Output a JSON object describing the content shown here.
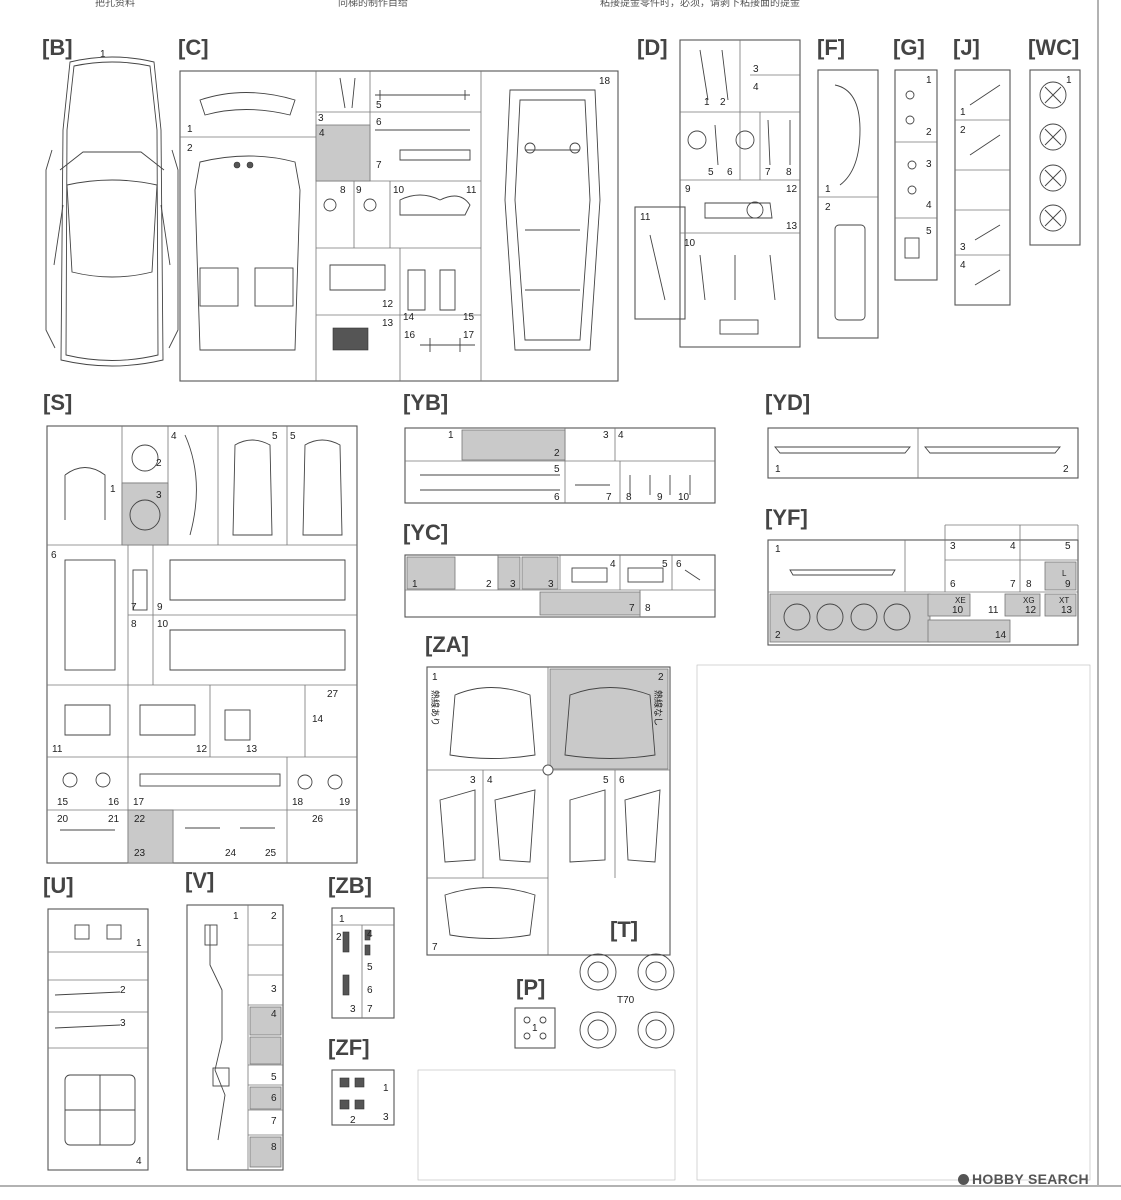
{
  "header_notes": [
    "把孔资料",
    "同梯的制作目给",
    "粘接提金零件时，必须，请剥下粘接面的提金"
  ],
  "runners": {
    "B": {
      "label": "[B]",
      "parts": [
        "1"
      ]
    },
    "C": {
      "label": "[C]",
      "parts": [
        "1",
        "2",
        "3",
        "4",
        "5",
        "6",
        "7",
        "8",
        "9",
        "10",
        "11",
        "12",
        "13",
        "14",
        "15",
        "16",
        "17",
        "18"
      ]
    },
    "D": {
      "label": "[D]",
      "parts": [
        "1",
        "2",
        "3",
        "4",
        "5",
        "6",
        "7",
        "8",
        "9",
        "10",
        "11",
        "12",
        "13"
      ]
    },
    "F": {
      "label": "[F]",
      "parts": [
        "1",
        "2"
      ]
    },
    "G": {
      "label": "[G]",
      "parts": [
        "1",
        "2",
        "3",
        "4",
        "5"
      ]
    },
    "J": {
      "label": "[J]",
      "parts": [
        "1",
        "2",
        "3",
        "4"
      ]
    },
    "WC": {
      "label": "[WC]",
      "parts": [
        "1"
      ]
    },
    "S": {
      "label": "[S]",
      "parts": [
        "1",
        "2",
        "3",
        "4",
        "5",
        "5",
        "6",
        "7",
        "8",
        "9",
        "10",
        "11",
        "12",
        "13",
        "14",
        "15",
        "16",
        "17",
        "18",
        "19",
        "20",
        "21",
        "22",
        "23",
        "24",
        "25",
        "26",
        "27"
      ]
    },
    "YB": {
      "label": "[YB]",
      "parts": [
        "1",
        "2",
        "3",
        "4",
        "5",
        "6",
        "7",
        "8",
        "9",
        "10"
      ]
    },
    "YD": {
      "label": "[YD]",
      "parts": [
        "1",
        "2"
      ]
    },
    "YC": {
      "label": "[YC]",
      "parts": [
        "1",
        "2",
        "3",
        "3",
        "4",
        "5",
        "6",
        "7",
        "8"
      ]
    },
    "YF": {
      "label": "[YF]",
      "parts": [
        "1",
        "2",
        "3",
        "4",
        "5",
        "6",
        "7",
        "8",
        "9",
        "10",
        "11",
        "12",
        "13",
        "14"
      ],
      "markings": {
        "L": "L",
        "XE": "XE",
        "XG": "XG",
        "XT": "XT"
      }
    },
    "ZA": {
      "label": "[ZA]",
      "parts": [
        "1",
        "2",
        "3",
        "4",
        "5",
        "6",
        "7"
      ],
      "notes": {
        "with_line": "熱線あり",
        "without_line": "熱線なし"
      }
    },
    "U": {
      "label": "[U]",
      "parts": [
        "1",
        "2",
        "3",
        "4"
      ]
    },
    "V": {
      "label": "[V]",
      "parts": [
        "1",
        "2",
        "3",
        "4",
        "5",
        "6",
        "7",
        "8"
      ]
    },
    "ZB": {
      "label": "[ZB]",
      "parts": [
        "1",
        "2",
        "3",
        "4",
        "5",
        "6",
        "7"
      ]
    },
    "ZF": {
      "label": "[ZF]",
      "parts": [
        "1",
        "2",
        "3"
      ]
    },
    "T": {
      "label": "[T]",
      "part_code": "T70"
    },
    "P": {
      "label": "[P]",
      "parts": [
        "1"
      ]
    }
  },
  "watermark": "HOBBY SEARCH",
  "colors": {
    "line": "#444444",
    "grey_part": "#c9c9c9",
    "background": "#ffffff"
  }
}
